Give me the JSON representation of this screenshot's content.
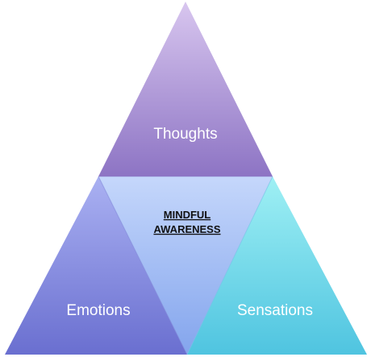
{
  "diagram": {
    "top": {
      "label": "Thoughts"
    },
    "left": {
      "label": "Emotions"
    },
    "right": {
      "label": "Sensations"
    },
    "center": {
      "line1": "MINDFUL",
      "line2": "AWARENESS"
    }
  },
  "colors": {
    "top_light": "#d8c6ef",
    "top_dark": "#8d74c4",
    "left_light": "#aab1f2",
    "left_dark": "#6a6fd0",
    "right_light": "#9ff0f4",
    "right_dark": "#4fc4e0",
    "center_light": "#c2d5fb",
    "center_dark": "#7da0ec"
  }
}
